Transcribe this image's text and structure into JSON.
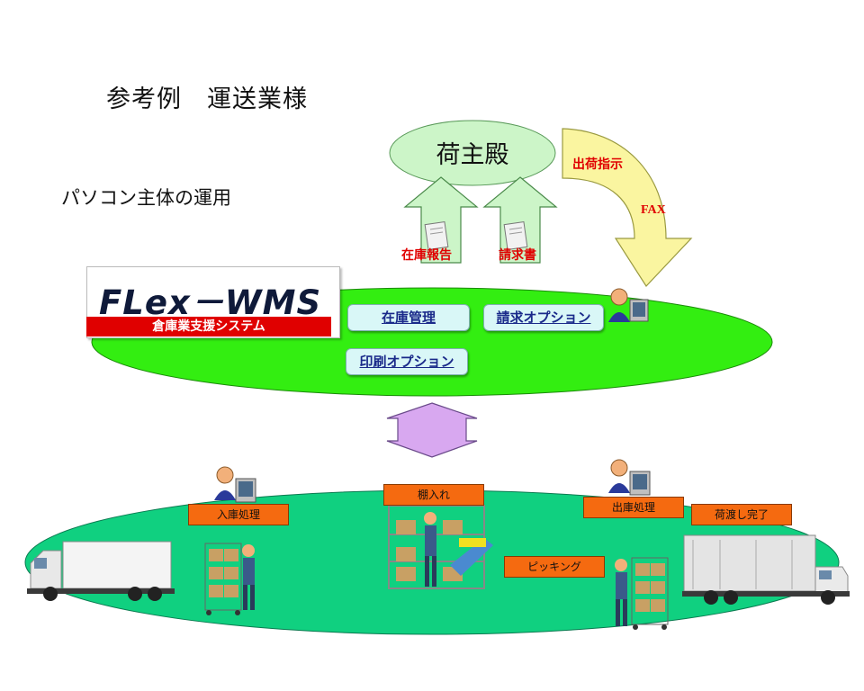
{
  "title": "参考例　運送業様",
  "subtitle": "パソコン主体の運用",
  "client": {
    "label": "荷主殿"
  },
  "arrows": {
    "stock_report": "在庫報告",
    "invoice": "請求書",
    "shipping_instruction": "出荷指示",
    "fax": "FAX"
  },
  "system": {
    "logo": "FLex－WMS",
    "logo_subtitle": "倉庫業支援システム",
    "modules": [
      "在庫管理",
      "請求オプション",
      "印刷オプション"
    ]
  },
  "floor": {
    "steps": {
      "receiving": "入庫処理",
      "put_away": "棚入れ",
      "shipping": "出庫処理",
      "handover": "荷渡し完了",
      "picking": "ピッキング"
    }
  },
  "colors": {
    "system_ellipse": "#33ee11",
    "floor_ellipse": "#10d080",
    "up_arrow": "#ccf5c8",
    "fax_arrow": "#faf5a0",
    "double_arrow": "#d8a8f0",
    "step_box": "#f56a10",
    "module_box": "#d9f7f7",
    "label_red": "#e00000"
  }
}
